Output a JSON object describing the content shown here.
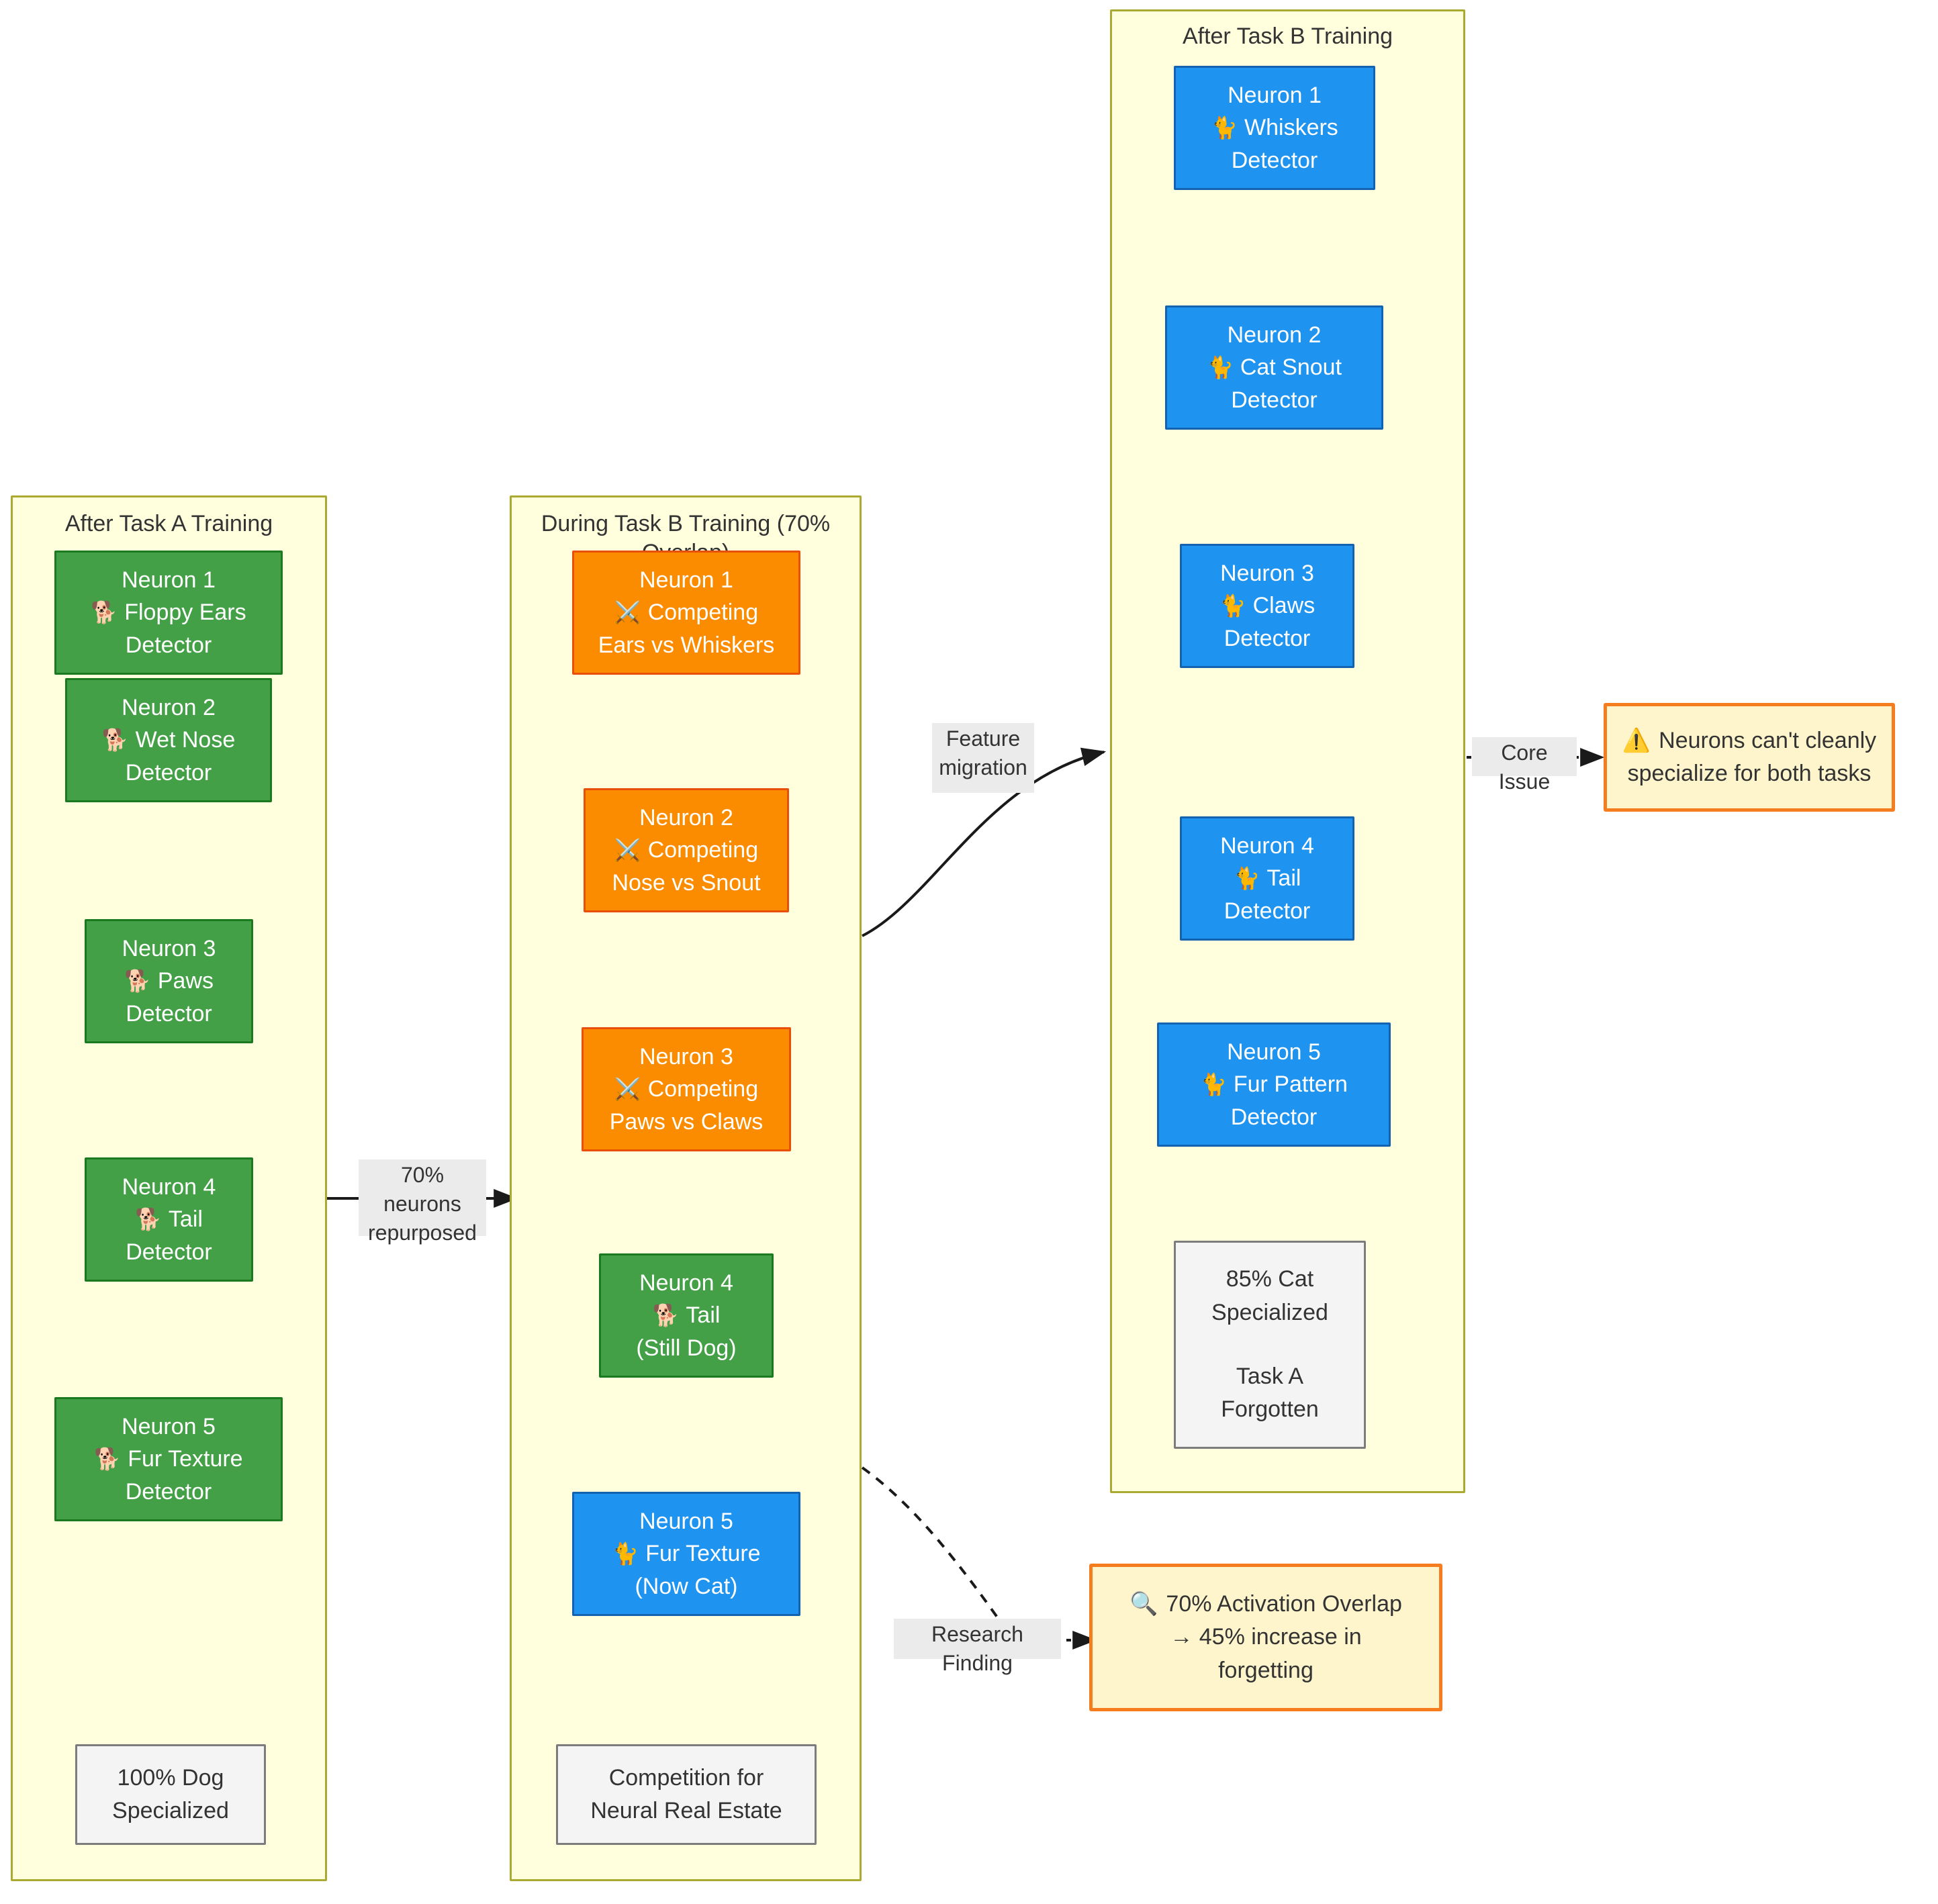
{
  "diagram": {
    "type": "flowchart",
    "title_hidden": true
  },
  "columns": [
    {
      "id": "task-a",
      "title": "After Task A Training",
      "nodes": [
        {
          "id": "a1",
          "label_line1": "Neuron 1",
          "emoji": "🐕",
          "emoji_name": "dog-emoji",
          "label_line2": "Floppy Ears",
          "label_line3": "Detector",
          "color": "green"
        },
        {
          "id": "a2",
          "label_line1": "Neuron 2",
          "emoji": "🐕",
          "emoji_name": "dog-emoji",
          "label_line2": "Wet Nose",
          "label_line3": "Detector",
          "color": "green"
        },
        {
          "id": "a3",
          "label_line1": "Neuron 3",
          "emoji": "🐕",
          "emoji_name": "dog-emoji",
          "label_line2": "Paws",
          "label_line3": "Detector",
          "color": "green"
        },
        {
          "id": "a4",
          "label_line1": "Neuron 4",
          "emoji": "🐕",
          "emoji_name": "dog-emoji",
          "label_line2": "Tail",
          "label_line3": "Detector",
          "color": "green"
        },
        {
          "id": "a5",
          "label_line1": "Neuron 5",
          "emoji": "🐕",
          "emoji_name": "dog-emoji",
          "label_line2": "Fur Texture",
          "label_line3": "Detector",
          "color": "green"
        }
      ],
      "status": {
        "line1": "100% Dog",
        "line2": "Specialized",
        "line3": "",
        "line4": ""
      }
    },
    {
      "id": "task-b-during",
      "title": "During Task B Training (70% Overlap)",
      "nodes": [
        {
          "id": "b1",
          "label_line1": "Neuron 1",
          "emoji": "⚔️",
          "emoji_name": "crossed-swords-emoji",
          "label_line2": "Competing",
          "label_line3": "Ears vs Whiskers",
          "color": "orange"
        },
        {
          "id": "b2",
          "label_line1": "Neuron 2",
          "emoji": "⚔️",
          "emoji_name": "crossed-swords-emoji",
          "label_line2": "Competing",
          "label_line3": "Nose vs Snout",
          "color": "orange"
        },
        {
          "id": "b3",
          "label_line1": "Neuron 3",
          "emoji": "⚔️",
          "emoji_name": "crossed-swords-emoji",
          "label_line2": "Competing",
          "label_line3": "Paws vs Claws",
          "color": "orange"
        },
        {
          "id": "b4",
          "label_line1": "Neuron 4",
          "emoji": "🐕",
          "emoji_name": "dog-emoji",
          "label_line2": "Tail",
          "label_line3": "(Still Dog)",
          "color": "green"
        },
        {
          "id": "b5",
          "label_line1": "Neuron 5",
          "emoji": "🐈",
          "emoji_name": "cat-emoji",
          "label_line2": "Fur Texture",
          "label_line3": "(Now Cat)",
          "color": "blue"
        }
      ],
      "status": {
        "line1": "Competition for",
        "line2": "Neural Real Estate",
        "line3": "",
        "line4": ""
      }
    },
    {
      "id": "task-b-after",
      "title": "After Task B Training",
      "nodes": [
        {
          "id": "c1",
          "label_line1": "Neuron 1",
          "emoji": "🐈",
          "emoji_name": "cat-emoji",
          "label_line2": "Whiskers",
          "label_line3": "Detector",
          "color": "blue"
        },
        {
          "id": "c2",
          "label_line1": "Neuron 2",
          "emoji": "🐈",
          "emoji_name": "cat-emoji",
          "label_line2": "Cat Snout",
          "label_line3": "Detector",
          "color": "blue"
        },
        {
          "id": "c3",
          "label_line1": "Neuron 3",
          "emoji": "🐈",
          "emoji_name": "cat-emoji",
          "label_line2": "Claws",
          "label_line3": "Detector",
          "color": "blue"
        },
        {
          "id": "c4",
          "label_line1": "Neuron 4",
          "emoji": "🐈",
          "emoji_name": "cat-emoji",
          "label_line2": "Tail",
          "label_line3": "Detector",
          "color": "blue"
        },
        {
          "id": "c5",
          "label_line1": "Neuron 5",
          "emoji": "🐈",
          "emoji_name": "cat-emoji",
          "label_line2": "Fur Pattern",
          "label_line3": "Detector",
          "color": "blue"
        }
      ],
      "status": {
        "line1": "85% Cat",
        "line2": "Specialized",
        "line3": "Task A",
        "line4": "Forgotten"
      }
    }
  ],
  "edge_labels": {
    "repurposed": "70% neurons\nrepurposed",
    "migration": "Feature\nmigration",
    "core_issue": "Core Issue",
    "research_finding": "Research Finding"
  },
  "notes": {
    "core_issue": {
      "emoji": "⚠️",
      "emoji_name": "warning-emoji",
      "line1": "Neurons can't cleanly",
      "line2": "specialize for both tasks"
    },
    "research_finding": {
      "emoji": "🔍",
      "emoji_name": "magnifying-glass-emoji",
      "line1": "70% Activation Overlap",
      "line2": "→ 45% increase in",
      "line3": "forgetting"
    }
  },
  "colors": {
    "subgraph_fill": "#ffffde",
    "subgraph_border": "#aaaa33",
    "green": "#43a047",
    "green_border": "#1b7a1f",
    "orange": "#fb8c00",
    "orange_border": "#e8500a",
    "blue": "#1e93ef",
    "blue_border": "#1463b0",
    "note_fill": "#fff5cc",
    "note_border": "#f57c1f",
    "status_fill": "#f4f4f4",
    "status_border": "#7c7c7c",
    "edge_label_fill": "#ebebeb",
    "text_dark": "#333333"
  }
}
